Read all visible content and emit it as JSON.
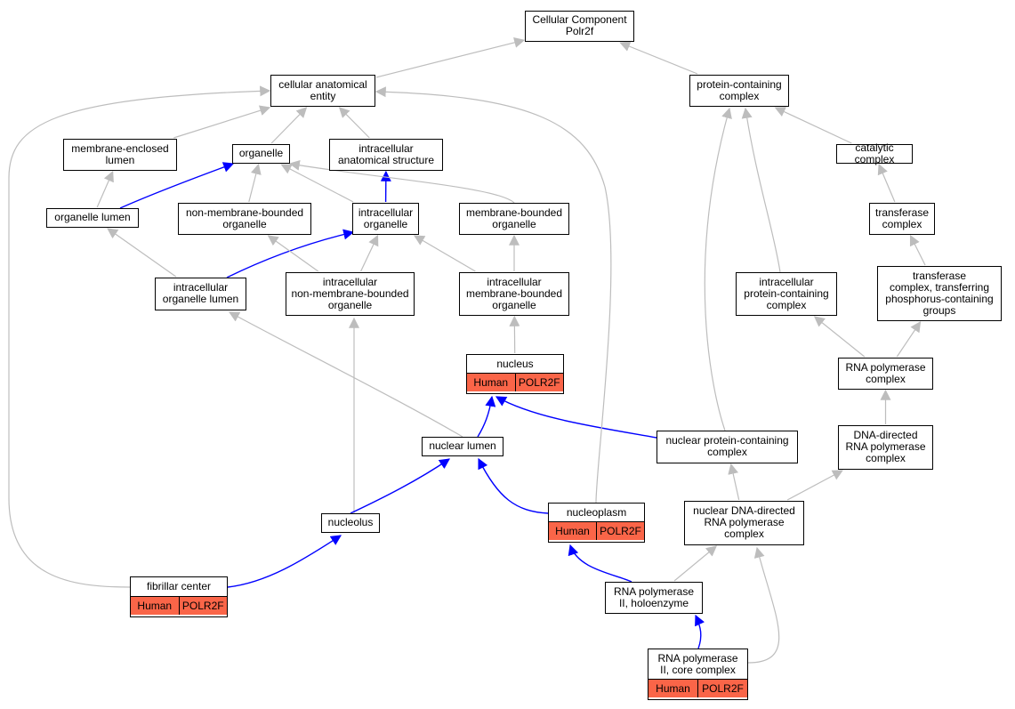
{
  "colors": {
    "is_a_edge": "#bdbdbd",
    "part_of_edge": "#0000ff",
    "annotation_fill": "#fa6548",
    "border": "#000000"
  },
  "nodes": {
    "root": {
      "label": "Cellular Component\nPolr2f"
    },
    "cae": {
      "label": "cellular anatomical\nentity"
    },
    "pcc": {
      "label": "protein-containing\ncomplex"
    },
    "mel": {
      "label": "membrane-enclosed\nlumen"
    },
    "org": {
      "label": "organelle"
    },
    "ias": {
      "label": "intracellular\nanatomical structure"
    },
    "cat": {
      "label": "catalytic complex"
    },
    "orl": {
      "label": "organelle lumen"
    },
    "nmbo": {
      "label": "non-membrane-bounded\norganelle"
    },
    "io": {
      "label": "intracellular\norganelle"
    },
    "mbo": {
      "label": "membrane-bounded\norganelle"
    },
    "tc": {
      "label": "transferase\ncomplex"
    },
    "iol": {
      "label": "intracellular\norganelle lumen"
    },
    "inmbo": {
      "label": "intracellular\nnon-membrane-bounded\norganelle"
    },
    "imbo": {
      "label": "intracellular\nmembrane-bounded\norganelle"
    },
    "ipcc": {
      "label": "intracellular\nprotein-containing\ncomplex"
    },
    "tcp": {
      "label": "transferase\ncomplex, transferring\nphosphorus-containing\ngroups"
    },
    "nuc": {
      "label": "nucleus",
      "annotations": [
        "Human",
        "POLR2F"
      ]
    },
    "rnapc": {
      "label": "RNA polymerase\ncomplex"
    },
    "nl": {
      "label": "nuclear lumen"
    },
    "npcc": {
      "label": "nuclear protein-containing\ncomplex"
    },
    "ddrp": {
      "label": "DNA-directed\nRNA polymerase\ncomplex"
    },
    "nlo": {
      "label": "nucleolus"
    },
    "npl": {
      "label": "nucleoplasm",
      "annotations": [
        "Human",
        "POLR2F"
      ]
    },
    "nddrp": {
      "label": "nuclear DNA-directed\nRNA polymerase\ncomplex"
    },
    "fc": {
      "label": "fibrillar center",
      "annotations": [
        "Human",
        "POLR2F"
      ]
    },
    "rp2h": {
      "label": "RNA polymerase\nII, holoenzyme"
    },
    "rp2c": {
      "label": "RNA polymerase\nII, core complex",
      "annotations": [
        "Human",
        "POLR2F"
      ]
    }
  },
  "edges": [
    {
      "from": "cae",
      "to": "root",
      "relation": "is_a"
    },
    {
      "from": "pcc",
      "to": "root",
      "relation": "is_a"
    },
    {
      "from": "mel",
      "to": "cae",
      "relation": "is_a"
    },
    {
      "from": "org",
      "to": "cae",
      "relation": "is_a"
    },
    {
      "from": "ias",
      "to": "cae",
      "relation": "is_a"
    },
    {
      "from": "cat",
      "to": "pcc",
      "relation": "is_a"
    },
    {
      "from": "orl",
      "to": "mel",
      "relation": "is_a"
    },
    {
      "from": "orl",
      "to": "org",
      "relation": "part_of"
    },
    {
      "from": "nmbo",
      "to": "org",
      "relation": "is_a"
    },
    {
      "from": "io",
      "to": "org",
      "relation": "is_a"
    },
    {
      "from": "io",
      "to": "ias",
      "relation": "part_of"
    },
    {
      "from": "mbo",
      "to": "org",
      "relation": "is_a"
    },
    {
      "from": "tc",
      "to": "cat",
      "relation": "is_a"
    },
    {
      "from": "iol",
      "to": "orl",
      "relation": "is_a"
    },
    {
      "from": "iol",
      "to": "io",
      "relation": "part_of"
    },
    {
      "from": "inmbo",
      "to": "nmbo",
      "relation": "is_a"
    },
    {
      "from": "inmbo",
      "to": "io",
      "relation": "is_a"
    },
    {
      "from": "imbo",
      "to": "io",
      "relation": "is_a"
    },
    {
      "from": "imbo",
      "to": "mbo",
      "relation": "is_a"
    },
    {
      "from": "ipcc",
      "to": "pcc",
      "relation": "is_a"
    },
    {
      "from": "tcp",
      "to": "tc",
      "relation": "is_a"
    },
    {
      "from": "nuc",
      "to": "imbo",
      "relation": "is_a"
    },
    {
      "from": "rnapc",
      "to": "ipcc",
      "relation": "is_a"
    },
    {
      "from": "rnapc",
      "to": "tcp",
      "relation": "is_a"
    },
    {
      "from": "nl",
      "to": "iol",
      "relation": "is_a"
    },
    {
      "from": "nl",
      "to": "nuc",
      "relation": "part_of"
    },
    {
      "from": "npcc",
      "to": "pcc",
      "relation": "is_a"
    },
    {
      "from": "npcc",
      "to": "nuc",
      "relation": "part_of"
    },
    {
      "from": "ddrp",
      "to": "rnapc",
      "relation": "is_a"
    },
    {
      "from": "nlo",
      "to": "inmbo",
      "relation": "is_a"
    },
    {
      "from": "nlo",
      "to": "nl",
      "relation": "part_of"
    },
    {
      "from": "npl",
      "to": "cae",
      "relation": "is_a"
    },
    {
      "from": "npl",
      "to": "nl",
      "relation": "part_of"
    },
    {
      "from": "nddrp",
      "to": "npcc",
      "relation": "is_a"
    },
    {
      "from": "nddrp",
      "to": "ddrp",
      "relation": "is_a"
    },
    {
      "from": "fc",
      "to": "cae",
      "relation": "is_a"
    },
    {
      "from": "fc",
      "to": "nlo",
      "relation": "part_of"
    },
    {
      "from": "rp2h",
      "to": "nddrp",
      "relation": "is_a"
    },
    {
      "from": "rp2h",
      "to": "npl",
      "relation": "part_of"
    },
    {
      "from": "rp2c",
      "to": "nddrp",
      "relation": "is_a"
    },
    {
      "from": "rp2c",
      "to": "rp2h",
      "relation": "part_of"
    }
  ]
}
